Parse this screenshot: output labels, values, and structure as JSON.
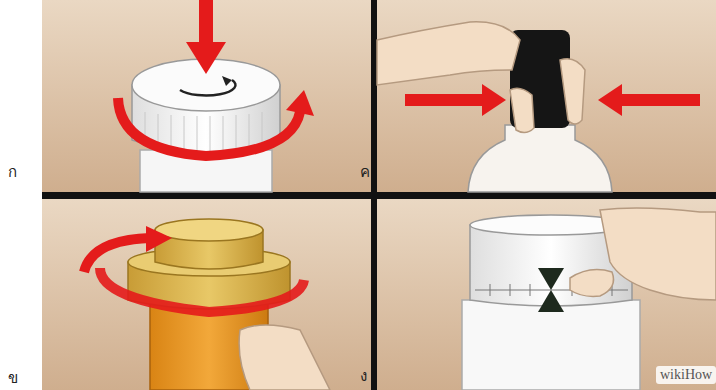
{
  "diagram": {
    "labels": [
      "ก",
      "ข",
      "ค",
      "ง",
      "wikiHow"
    ]
  }
}
